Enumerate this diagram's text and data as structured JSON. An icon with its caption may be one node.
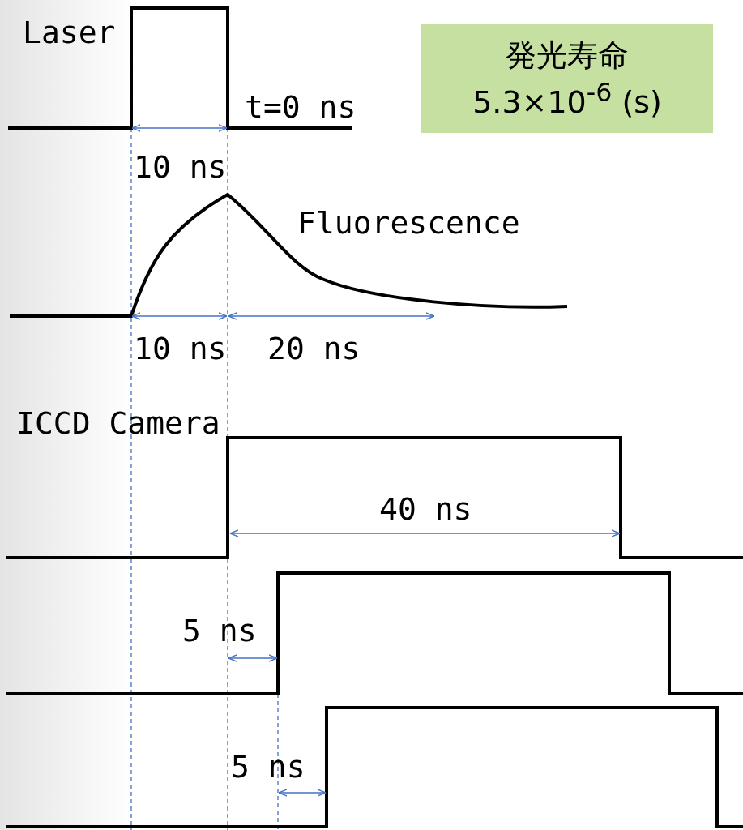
{
  "diagram": {
    "nodes": [
      {
        "text": [
          "発光寿命",
          "5.3×10$^{-6}$ (s)"
        ]
      }
    ],
    "labels": [
      "Laser",
      "t=0 ns",
      "10 ns",
      "Fluorescence",
      "10 ns",
      "20 ns",
      "ICCD Camera",
      "40 ns",
      "5 ns",
      "5 ns"
    ]
  }
}
